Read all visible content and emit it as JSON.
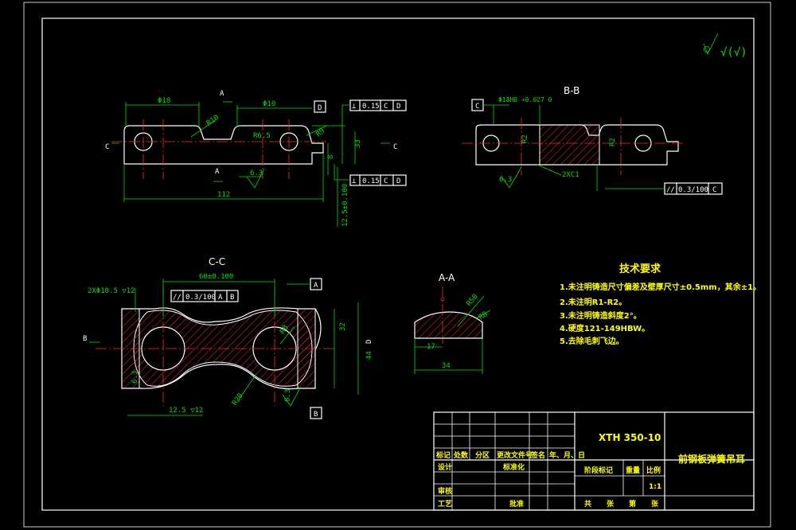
{
  "colors": {
    "background": "#000000",
    "outline": "#ffffff",
    "dimension": "#00e000",
    "centerline": "#ff2a2a",
    "notes": "#ffff00"
  },
  "icons": [
    "check-mark-icon",
    "roughness-symbol-icon",
    "datum-box-icon"
  ],
  "corner_mark": "√(√)",
  "views": {
    "front": {
      "labels": {
        "a_top": "A",
        "a_bottom": "A",
        "c_left": "C",
        "c_right": "C",
        "datum_d": "D"
      },
      "dims": {
        "phi_left": "Φ18",
        "phi_right": "Φ10",
        "r10": "R10",
        "r6_5": "R6.5",
        "r9": "R9",
        "h33": "33",
        "h8": "8",
        "len112": "112",
        "vert": "12.5±0.100",
        "rough": "6.3"
      },
      "tol_top": [
        "⊥",
        "0.15",
        "C",
        "D"
      ],
      "tol_bottom": [
        "⊥",
        "0.15",
        "C",
        "D"
      ]
    },
    "bb": {
      "title": "B-B",
      "labels": {
        "c_box": "C"
      },
      "dims": {
        "top": "Φ18H8 +0.027 0",
        "r1": "R2",
        "r2": "R2",
        "chamfer": "2XC1",
        "rough": "6.3"
      },
      "tol": [
        "//",
        "0.3/100",
        "C"
      ]
    },
    "cc": {
      "title": "C-C",
      "labels": {
        "b_left": "B",
        "a_box": "A",
        "b_box": "B",
        "d_side": "D"
      },
      "dims": {
        "top": "60±0.100",
        "left_note": "2XΦ10.5 ▽12",
        "r20": "R20",
        "r8": "R8",
        "d32": "32",
        "d44": "44",
        "rough1": "6.3",
        "rough2": "6.3",
        "bottom": "12.5 ▽12"
      },
      "tol": [
        "//",
        "0.3/100",
        "A",
        "B"
      ]
    },
    "aa": {
      "title": "A-A",
      "dims": {
        "r": "R50",
        "r2": "R8",
        "d17": "17",
        "d34": "34"
      }
    }
  },
  "notes": {
    "title": "技术要求",
    "items": [
      "1.未注明铸造尺寸偏差及壁厚尺寸±0.5mm，其余±1。",
      "2.未注明R1-R2。",
      "3.未注明铸造斜度2°。",
      "4.硬度121-149HBW。",
      "5.去除毛刺飞边。"
    ]
  },
  "title_block": {
    "code": "XTH 350-10",
    "part_name": "前钢板弹簧吊耳",
    "row_labels": [
      "标记",
      "处数",
      "分区",
      "更改文件号",
      "签名",
      "年、月、日"
    ],
    "design": "设计",
    "standard": "标准化",
    "stage": "阶段标记",
    "weight": "重量",
    "scale_label": "比例",
    "scale": "1:1",
    "review": "审核",
    "process": "工艺",
    "approve": "批准",
    "sheet_total": "共",
    "sheet_unit1": "张",
    "sheet_no": "第",
    "sheet_unit2": "张"
  }
}
